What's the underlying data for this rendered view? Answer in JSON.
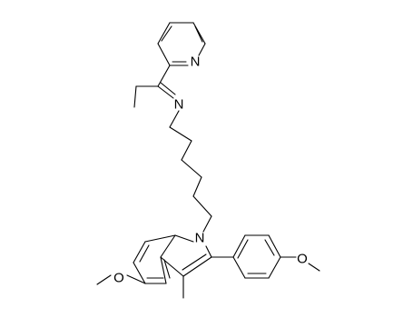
{
  "molecule": {
    "atoms": {
      "n_pyridine": "N",
      "n_imine": "N",
      "n_indole": "N",
      "o_indole_methoxy": "O",
      "o_phenyl_methoxy": "O"
    }
  },
  "colors": {
    "bond": "#000000",
    "label": "#000000",
    "background": "#ffffff"
  }
}
